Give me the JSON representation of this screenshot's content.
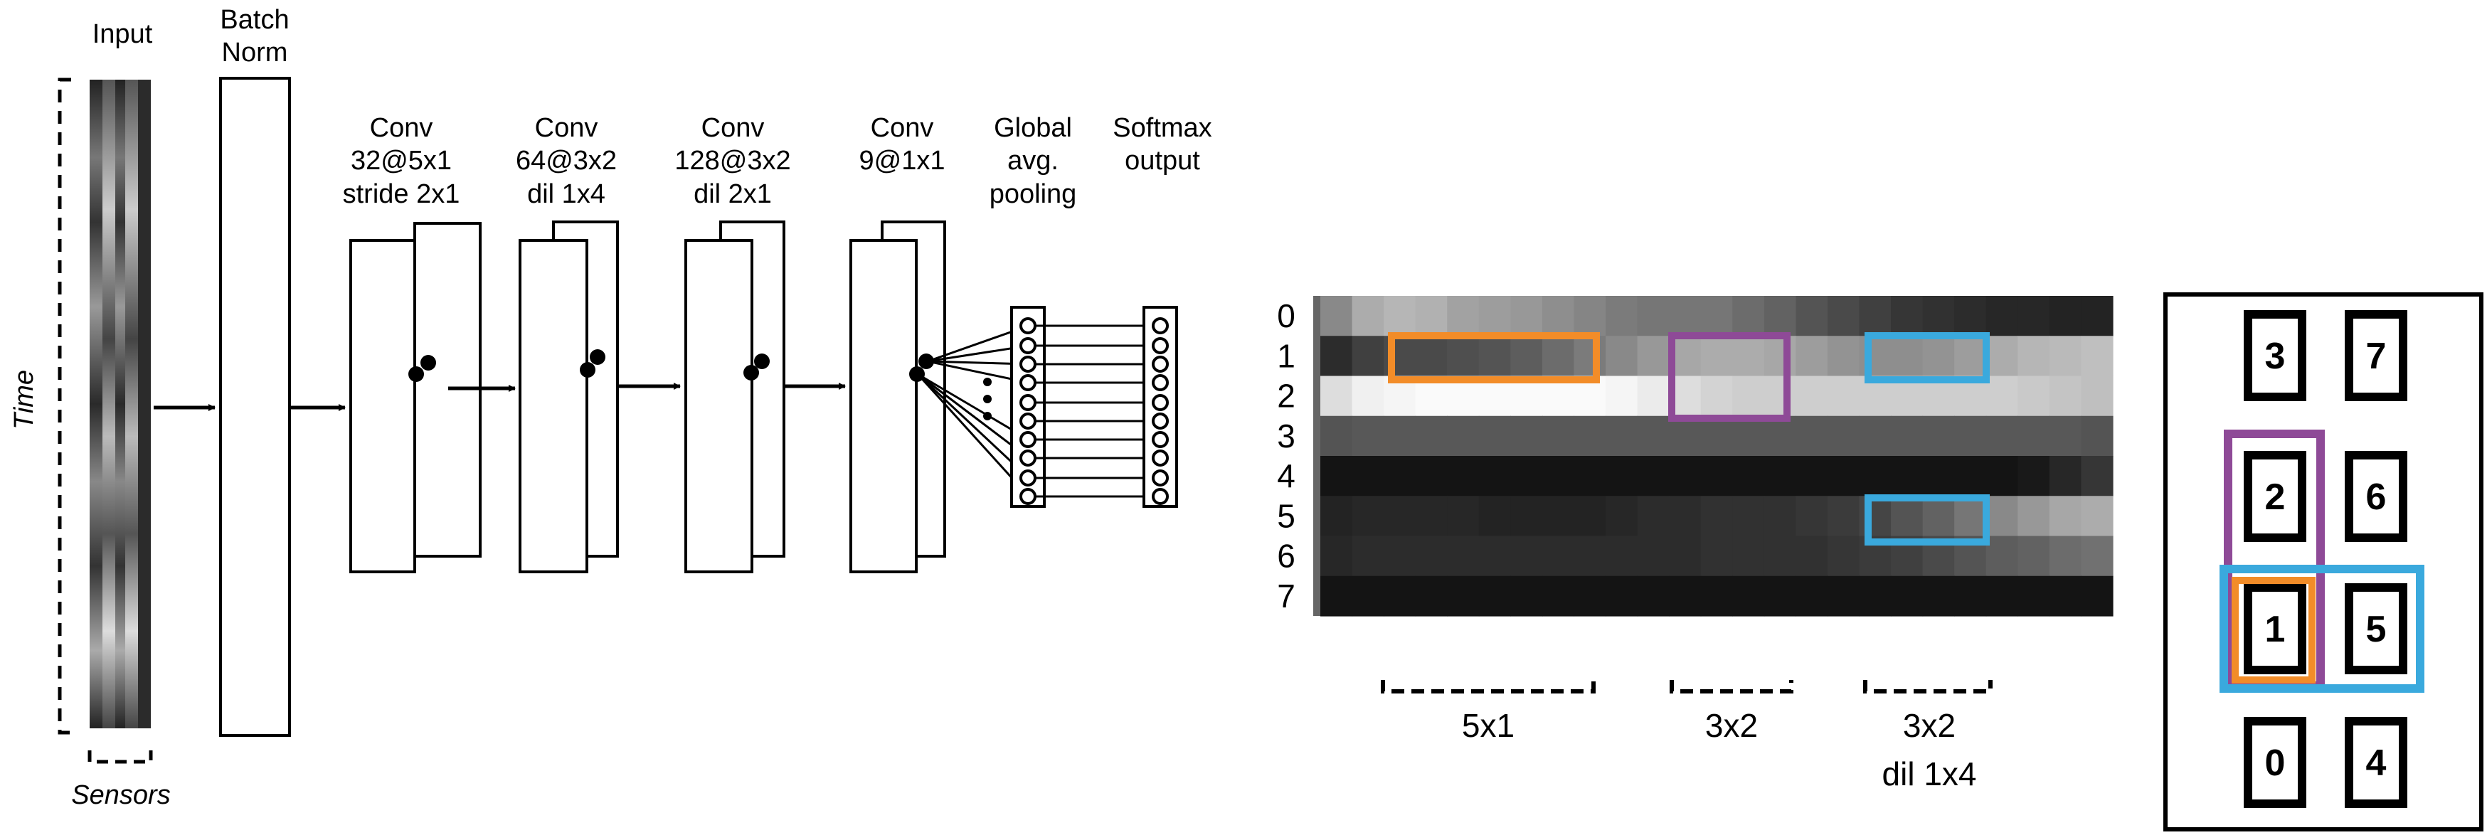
{
  "network": {
    "input_label": "Input",
    "batchnorm_label": [
      "Batch",
      "Norm"
    ],
    "conv1_label": [
      "Conv",
      "32@5x1",
      "stride 2x1"
    ],
    "conv2_label": [
      "Conv",
      "64@3x2",
      "dil 1x4"
    ],
    "conv3_label": [
      "Conv",
      "128@3x2",
      "dil 2x1"
    ],
    "conv4_label": [
      "Conv",
      "9@1x1"
    ],
    "gap_label": [
      "Global",
      "avg.",
      "pooling"
    ],
    "softmax_label": [
      "Softmax",
      "output"
    ],
    "time_label": "Time",
    "sensors_label": "Sensors"
  },
  "heatmap": {
    "row_labels": [
      "0",
      "1",
      "2",
      "3",
      "4",
      "5",
      "6",
      "7"
    ],
    "kernel_labels": [
      {
        "lines": [
          "5x1"
        ],
        "color": "#f28c28"
      },
      {
        "lines": [
          "3x2"
        ],
        "color": "#8e4a97"
      },
      {
        "lines": [
          "3x2",
          "dil 1x4"
        ],
        "color": "#3aa9dd"
      }
    ],
    "rows": [
      [
        0.52,
        0.66,
        0.7,
        0.68,
        0.62,
        0.6,
        0.58,
        0.54,
        0.5,
        0.46,
        0.44,
        0.44,
        0.44,
        0.4,
        0.36,
        0.3,
        0.26,
        0.22,
        0.18,
        0.16,
        0.14,
        0.12,
        0.12,
        0.1,
        0.1
      ],
      [
        0.14,
        0.22,
        0.26,
        0.26,
        0.28,
        0.3,
        0.34,
        0.4,
        0.46,
        0.52,
        0.58,
        0.64,
        0.66,
        0.66,
        0.64,
        0.6,
        0.56,
        0.54,
        0.54,
        0.56,
        0.6,
        0.66,
        0.7,
        0.72,
        0.74
      ],
      [
        0.86,
        0.94,
        0.96,
        0.98,
        0.98,
        0.98,
        0.98,
        0.98,
        0.98,
        0.96,
        0.92,
        0.86,
        0.82,
        0.8,
        0.8,
        0.8,
        0.8,
        0.8,
        0.8,
        0.8,
        0.8,
        0.8,
        0.78,
        0.76,
        0.74
      ],
      [
        0.3,
        0.32,
        0.32,
        0.32,
        0.32,
        0.32,
        0.32,
        0.32,
        0.32,
        0.32,
        0.32,
        0.32,
        0.32,
        0.32,
        0.32,
        0.32,
        0.32,
        0.32,
        0.32,
        0.32,
        0.32,
        0.32,
        0.32,
        0.32,
        0.3
      ],
      [
        0.04,
        0.04,
        0.04,
        0.04,
        0.04,
        0.04,
        0.04,
        0.04,
        0.04,
        0.04,
        0.04,
        0.04,
        0.04,
        0.04,
        0.04,
        0.04,
        0.04,
        0.04,
        0.04,
        0.04,
        0.04,
        0.04,
        0.06,
        0.12,
        0.18
      ],
      [
        0.1,
        0.12,
        0.12,
        0.12,
        0.12,
        0.1,
        0.1,
        0.1,
        0.1,
        0.12,
        0.14,
        0.14,
        0.16,
        0.16,
        0.16,
        0.18,
        0.2,
        0.24,
        0.3,
        0.36,
        0.44,
        0.52,
        0.58,
        0.64,
        0.66
      ],
      [
        0.12,
        0.14,
        0.14,
        0.14,
        0.14,
        0.14,
        0.14,
        0.14,
        0.14,
        0.14,
        0.14,
        0.14,
        0.16,
        0.16,
        0.16,
        0.16,
        0.18,
        0.2,
        0.22,
        0.26,
        0.3,
        0.34,
        0.36,
        0.4,
        0.42
      ],
      [
        0.04,
        0.04,
        0.04,
        0.04,
        0.04,
        0.04,
        0.04,
        0.04,
        0.04,
        0.04,
        0.04,
        0.04,
        0.04,
        0.04,
        0.04,
        0.04,
        0.04,
        0.04,
        0.04,
        0.04,
        0.04,
        0.04,
        0.04,
        0.04,
        0.04
      ]
    ]
  },
  "grid": {
    "cells": [
      "3",
      "7",
      "2",
      "6",
      "1",
      "5",
      "0",
      "4"
    ]
  }
}
